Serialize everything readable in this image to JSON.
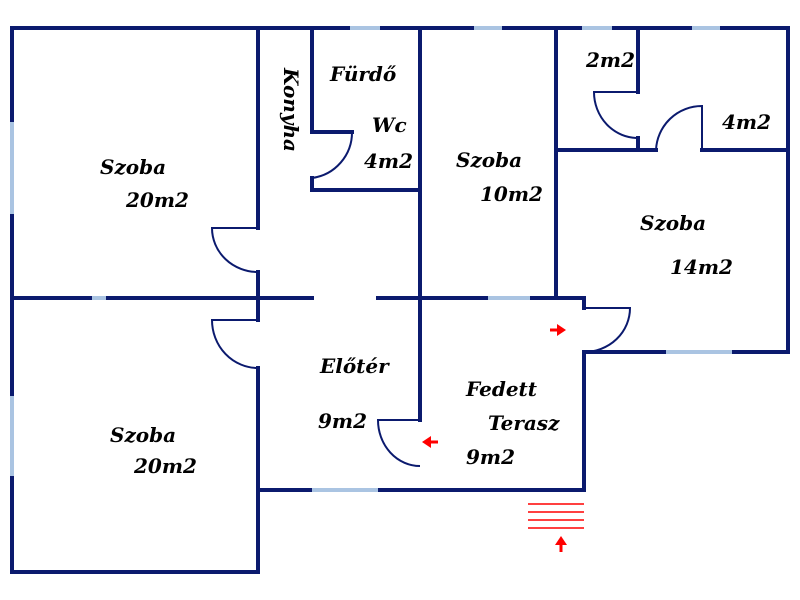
{
  "colors": {
    "wall": "#0b1a6e",
    "window": "#aac4e2",
    "arrow": "#ff0000",
    "stairs": "#ff0000",
    "background": "#ffffff"
  },
  "rooms": {
    "room_top_left": {
      "name": "Szoba",
      "area": "20m2"
    },
    "room_bottom_left": {
      "name": "Szoba",
      "area": "20m2"
    },
    "kitchen": {
      "name": "Konyha"
    },
    "bathroom": {
      "name": "Fürdő"
    },
    "wc": {
      "name": "Wc",
      "area": "4m2"
    },
    "room_middle": {
      "name": "Szoba",
      "area": "10m2"
    },
    "small_room_2": {
      "area": "2m2"
    },
    "small_room_4": {
      "area": "4m2"
    },
    "room_right": {
      "name": "Szoba",
      "area": "14m2"
    },
    "hall": {
      "name": "Előtér",
      "area": "9m2"
    },
    "terrace": {
      "name_line1": "Fedett",
      "name_line2": "Terasz",
      "area": "9m2"
    }
  },
  "icons": {
    "entry_arrow": "arrow-up-icon",
    "terrace_arrow": "arrow-left-icon",
    "room_arrow": "arrow-right-icon",
    "stairs": "stairs-icon"
  }
}
